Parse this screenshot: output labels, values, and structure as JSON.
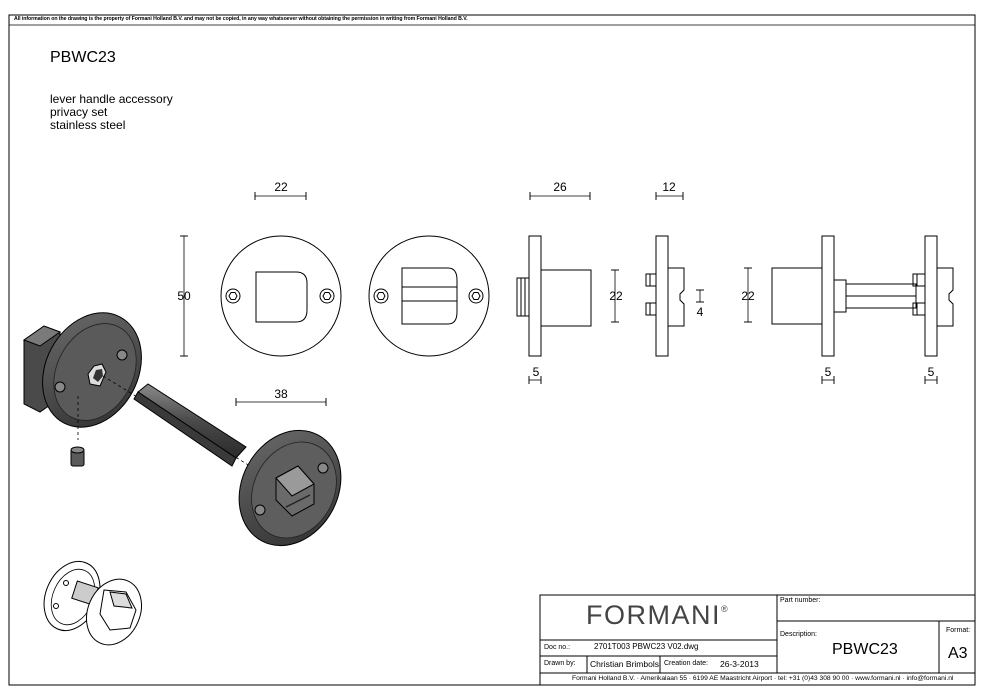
{
  "copyright": "All information on the drawing is the property of Formani Holland B.V. and may not be copied, in any way whatsoever without obtaining the permission in writing from Formani Holland B.V.",
  "product": {
    "code": "PBWC23",
    "description_lines": [
      "lever handle accessory",
      "privacy set",
      "stainless steel"
    ]
  },
  "dimensions": {
    "d22_top": "22",
    "d50": "50",
    "d38": "38",
    "d26": "26",
    "d12": "12",
    "d22_side": "22",
    "d4": "4",
    "d5_side": "5",
    "d22_assembly": "22",
    "d5_assembly_left": "5",
    "d5_assembly_right": "5"
  },
  "titleblock": {
    "logo": "FORMANI",
    "logo_mark": "®",
    "part_number_label": "Part number:",
    "description_label": "Description:",
    "format_label": "Format:",
    "doc_no_label": "Doc no.:",
    "doc_no": "2701T003 PBWC23 V02.dwg",
    "drawn_by_label": "Drawn by:",
    "drawn_by": "Christian Brimbols",
    "creation_date_label": "Creation date:",
    "creation_date": "26-3-2013",
    "description_value": "PBWC23",
    "format_value": "A3",
    "footer": "Formani Holland B.V. · Amerikalaan 55 · 6199 AE Maastricht Airport · tel: +31 (0)43 308 90 00 · www.formani.nl · info@formani.nl"
  }
}
